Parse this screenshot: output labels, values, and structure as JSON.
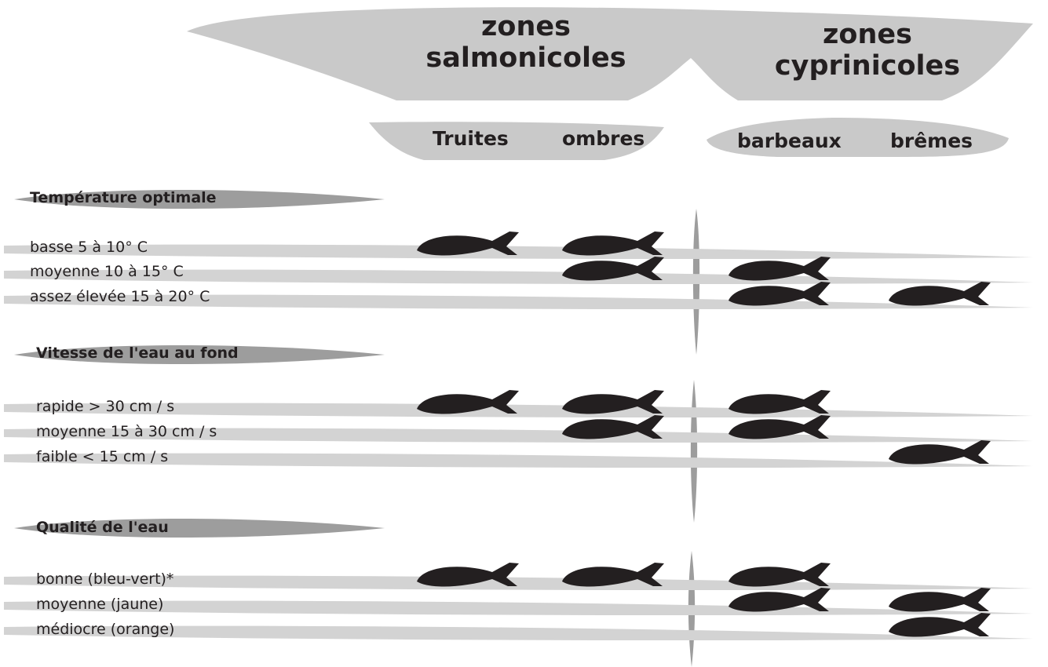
{
  "zones": [
    {
      "id": "salmonicoles",
      "line1": "zones",
      "line2": "salmonicoles"
    },
    {
      "id": "cyprinicoles",
      "line1": "zones",
      "line2": "cyprinicoles"
    }
  ],
  "species": [
    "Truites",
    "ombres",
    "barbeaux",
    "brêmes"
  ],
  "sections": [
    {
      "title": "Température optimale",
      "rows": [
        {
          "label": "basse  5 à 10° C",
          "present": [
            true,
            true,
            false,
            false
          ]
        },
        {
          "label": "moyenne  10 à  15° C",
          "present": [
            false,
            true,
            true,
            false
          ]
        },
        {
          "label": "assez élevée  15 à 20° C",
          "present": [
            false,
            false,
            true,
            true
          ]
        }
      ]
    },
    {
      "title": "Vitesse de l'eau au fond",
      "rows": [
        {
          "label": "rapide  >  30 cm / s",
          "present": [
            true,
            true,
            true,
            false
          ]
        },
        {
          "label": "moyenne  15 à 30 cm / s",
          "present": [
            false,
            true,
            true,
            false
          ]
        },
        {
          "label": "faible  <  15   cm / s",
          "present": [
            false,
            false,
            false,
            true
          ]
        }
      ]
    },
    {
      "title": "Qualité de l'eau",
      "rows": [
        {
          "label": "bonne  (bleu-vert)*",
          "present": [
            true,
            true,
            true,
            false
          ]
        },
        {
          "label": "moyenne  (jaune)",
          "present": [
            false,
            false,
            true,
            true
          ]
        },
        {
          "label": "médiocre  (orange)",
          "present": [
            false,
            false,
            false,
            true
          ]
        }
      ]
    }
  ],
  "colors": {
    "band": "#d3d3d3",
    "pill": "#c9c9c9",
    "divider": "#9d9d9d",
    "fish": "#231f20",
    "text": "#231f20"
  },
  "icons": {
    "fish": "fish-icon"
  }
}
